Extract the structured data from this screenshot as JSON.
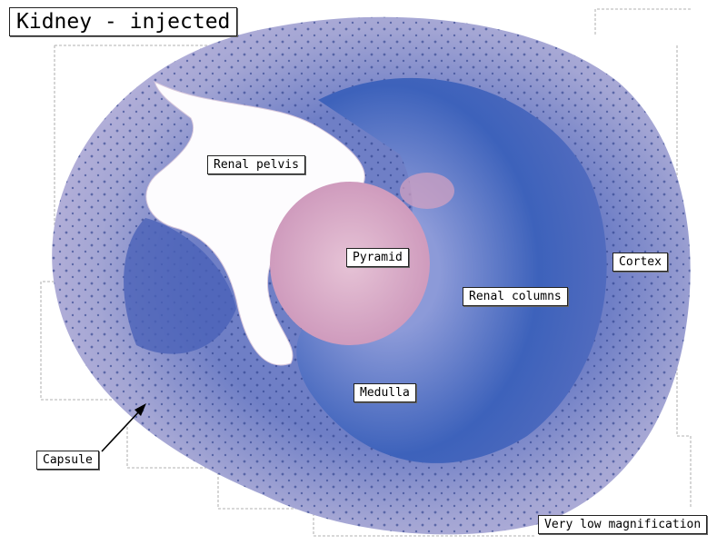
{
  "title": "Kidney - injected",
  "labels": {
    "renal_pelvis": "Renal pelvis",
    "pyramid": "Pyramid",
    "cortex": "Cortex",
    "renal_columns": "Renal columns",
    "medulla": "Medulla",
    "capsule": "Capsule",
    "magnification": "Very low magnification"
  },
  "colors": {
    "cortex": "#9a9cd0",
    "medulla": "#3f5fb5",
    "pyramid": "#d9a8c4",
    "background": "#ffffff"
  }
}
